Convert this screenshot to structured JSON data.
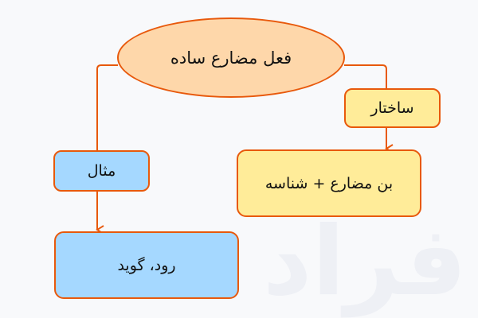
{
  "diagram": {
    "watermark": "فراد",
    "colors": {
      "stroke": "#e8590c",
      "root_fill": "#fed7aa",
      "example_fill": "#a5d8ff",
      "structure_fill": "#ffec99",
      "background": "#f8f9fb"
    },
    "root": {
      "label": "فعل مضارع ساده"
    },
    "branches": [
      {
        "label": "مثال",
        "child": {
          "label": "رود، گوید"
        }
      },
      {
        "label": "ساختار",
        "child": {
          "label": "بن مضارع + شناسه"
        }
      }
    ]
  }
}
